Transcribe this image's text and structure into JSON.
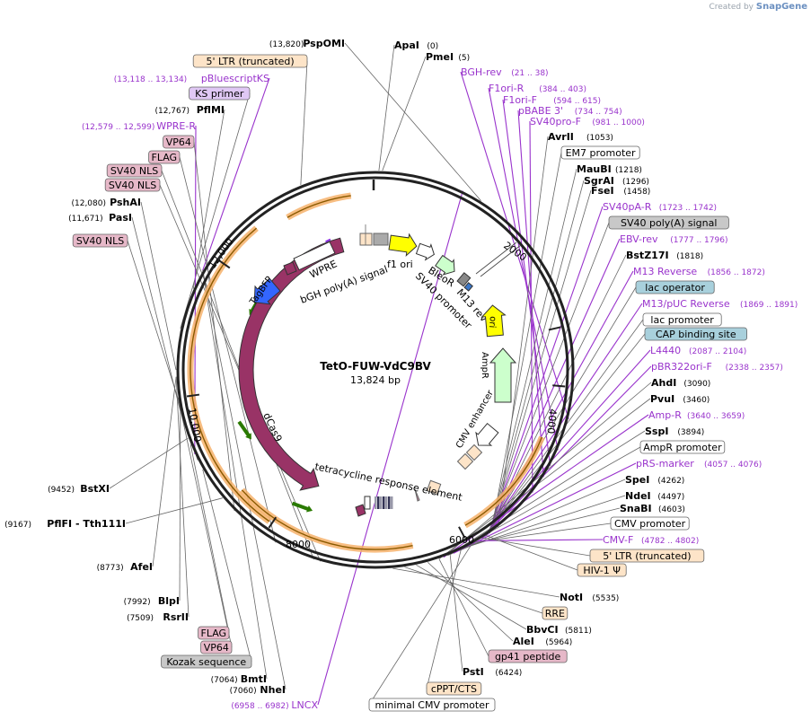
{
  "credit": {
    "prefix": "Created by",
    "brand": "SnapGene"
  },
  "plasmid": {
    "name": "TetO-FUW-VdC9BV",
    "length": "13,824 bp"
  },
  "ticks": [
    "2000",
    "4000",
    "6000",
    "8000",
    "10,000",
    "12,000"
  ],
  "features": [
    {
      "name": "f1 ori",
      "color": "#ffffff"
    },
    {
      "name": "BleoR",
      "color": "#ffffff"
    },
    {
      "name": "SV40 promoter",
      "color": "#ffffff"
    },
    {
      "name": "M13 rev",
      "color": "#ffffff"
    },
    {
      "name": "ori",
      "color": "#ffff00"
    },
    {
      "name": "AmpR",
      "color": "#ccffcc"
    },
    {
      "name": "CMV enhancer",
      "color": "#ffffff"
    },
    {
      "name": "tetracycline response element",
      "color": "#ffffff"
    },
    {
      "name": "dCas9",
      "color": "#993366"
    },
    {
      "name": "TagBFP",
      "color": "#3366ff"
    },
    {
      "name": "WPRE",
      "color": "#ffffff"
    },
    {
      "name": "bGH poly(A) signal",
      "color": "#ffffff"
    }
  ],
  "left_labels": [
    {
      "pos": "(13,820)",
      "name": "PspOMI",
      "kind": "enzyme"
    },
    {
      "name": "5' LTR (truncated)",
      "kind": "box",
      "fill": "#fde4c8"
    },
    {
      "pos": "(13,118 .. 13,134)",
      "name": "pBluescriptKS",
      "kind": "primer"
    },
    {
      "name": "KS primer",
      "kind": "box",
      "fill": "#e0c8f5"
    },
    {
      "pos": "(12,767)",
      "name": "PflMI",
      "kind": "enzyme"
    },
    {
      "pos": "(12,579 .. 12,599)",
      "name": "WPRE-R",
      "kind": "primer"
    },
    {
      "name": "VP64",
      "kind": "box",
      "fill": "#e6b8c8"
    },
    {
      "name": "FLAG",
      "kind": "box",
      "fill": "#e6b8c8"
    },
    {
      "name": "SV40 NLS",
      "kind": "box",
      "fill": "#e6b8c8"
    },
    {
      "name": "SV40 NLS",
      "kind": "box",
      "fill": "#e6b8c8"
    },
    {
      "pos": "(12,080)",
      "name": "PshAI",
      "kind": "enzyme"
    },
    {
      "pos": "(11,671)",
      "name": "PasI",
      "kind": "enzyme"
    },
    {
      "name": "SV40 NLS",
      "kind": "box",
      "fill": "#e6b8c8"
    },
    {
      "pos": "(9452)",
      "name": "BstXI",
      "kind": "enzyme"
    },
    {
      "pos": "(9167)",
      "name": "PflFI - Tth111I",
      "kind": "enzyme"
    },
    {
      "pos": "(8773)",
      "name": "AfeI",
      "kind": "enzyme"
    },
    {
      "pos": "(7992)",
      "name": "BlpI",
      "kind": "enzyme"
    },
    {
      "pos": "(7509)",
      "name": "RsrII",
      "kind": "enzyme"
    },
    {
      "name": "FLAG",
      "kind": "box",
      "fill": "#e6b8c8"
    },
    {
      "name": "VP64",
      "kind": "box",
      "fill": "#e6b8c8"
    },
    {
      "name": "Kozak sequence",
      "kind": "box",
      "fill": "#c8c8c8"
    },
    {
      "pos": "(7064)",
      "name": "BmtI",
      "kind": "enzyme"
    },
    {
      "pos": "(7060)",
      "name": "NheI",
      "kind": "enzyme"
    },
    {
      "pos": "(6958 .. 6982)",
      "name": "LNCX",
      "kind": "primer"
    }
  ],
  "top_labels": [
    {
      "pos": "(0)",
      "name": "ApaI",
      "kind": "enzyme"
    },
    {
      "pos": "(5)",
      "name": "PmeI",
      "kind": "enzyme"
    }
  ],
  "right_labels": [
    {
      "pos": "(21 .. 38)",
      "name": "BGH-rev",
      "kind": "primer"
    },
    {
      "pos": "(384 .. 403)",
      "name": "F1ori-R",
      "kind": "primer"
    },
    {
      "pos": "(594 .. 615)",
      "name": "F1ori-F",
      "kind": "primer"
    },
    {
      "pos": "(734 .. 754)",
      "name": "pBABE 3'",
      "kind": "primer"
    },
    {
      "pos": "(981 .. 1000)",
      "name": "SV40pro-F",
      "kind": "primer"
    },
    {
      "pos": "(1053)",
      "name": "AvrII",
      "kind": "enzyme"
    },
    {
      "name": "EM7 promoter",
      "kind": "box",
      "fill": "#ffffff"
    },
    {
      "pos": "(1218)",
      "name": "MauBI",
      "kind": "enzyme"
    },
    {
      "pos": "(1296)",
      "name": "SgrAI",
      "kind": "enzyme"
    },
    {
      "pos": "(1458)",
      "name": "FseI",
      "kind": "enzyme"
    },
    {
      "pos": "(1723 .. 1742)",
      "name": "SV40pA-R",
      "kind": "primer"
    },
    {
      "name": "SV40 poly(A) signal",
      "kind": "box",
      "fill": "#c8c8c8"
    },
    {
      "pos": "(1777 .. 1796)",
      "name": "EBV-rev",
      "kind": "primer"
    },
    {
      "pos": "(1818)",
      "name": "BstZ17I",
      "kind": "enzyme"
    },
    {
      "pos": "(1856 .. 1872)",
      "name": "M13 Reverse",
      "kind": "primer"
    },
    {
      "name": "lac operator",
      "kind": "box",
      "fill": "#a8d0dc"
    },
    {
      "pos": "(1869 .. 1891)",
      "name": "M13/pUC Reverse",
      "kind": "primer"
    },
    {
      "name": "lac promoter",
      "kind": "box",
      "fill": "#ffffff"
    },
    {
      "name": "CAP binding site",
      "kind": "box",
      "fill": "#a8d0dc"
    },
    {
      "pos": "(2087 .. 2104)",
      "name": "L4440",
      "kind": "primer"
    },
    {
      "pos": "(2338 .. 2357)",
      "name": "pBR322ori-F",
      "kind": "primer"
    },
    {
      "pos": "(3090)",
      "name": "AhdI",
      "kind": "enzyme"
    },
    {
      "pos": "(3460)",
      "name": "PvuI",
      "kind": "enzyme"
    },
    {
      "pos": "(3640 .. 3659)",
      "name": "Amp-R",
      "kind": "primer"
    },
    {
      "pos": "(3894)",
      "name": "SspI",
      "kind": "enzyme"
    },
    {
      "name": "AmpR promoter",
      "kind": "box",
      "fill": "#ffffff"
    },
    {
      "pos": "(4057 .. 4076)",
      "name": "pRS-marker",
      "kind": "primer"
    },
    {
      "pos": "(4262)",
      "name": "SpeI",
      "kind": "enzyme"
    },
    {
      "pos": "(4497)",
      "name": "NdeI",
      "kind": "enzyme"
    },
    {
      "pos": "(4603)",
      "name": "SnaBI",
      "kind": "enzyme"
    },
    {
      "name": "CMV promoter",
      "kind": "box",
      "fill": "#ffffff"
    },
    {
      "pos": "(4782 .. 4802)",
      "name": "CMV-F",
      "kind": "primer"
    },
    {
      "name": "5' LTR (truncated)",
      "kind": "box",
      "fill": "#fde4c8"
    },
    {
      "name": "HIV-1 Ψ",
      "kind": "box",
      "fill": "#fde4c8"
    }
  ],
  "bottom_labels": [
    {
      "pos": "(5535)",
      "name": "NotI",
      "kind": "enzyme"
    },
    {
      "name": "RRE",
      "kind": "box",
      "fill": "#fde4c8"
    },
    {
      "pos": "(5811)",
      "name": "BbvCI",
      "kind": "enzyme"
    },
    {
      "pos": "(5964)",
      "name": "AleI",
      "kind": "enzyme"
    },
    {
      "name": "gp41 peptide",
      "kind": "box",
      "fill": "#e6b8c8"
    },
    {
      "pos": "(6424)",
      "name": "PstI",
      "kind": "enzyme"
    },
    {
      "name": "cPPT/CTS",
      "kind": "box",
      "fill": "#fde4c8"
    },
    {
      "name": "minimal CMV promoter",
      "kind": "box",
      "fill": "#ffffff"
    }
  ],
  "colors": {
    "enzyme_text": "#000000",
    "primer_text": "#9933cc",
    "primer_line": "#9933cc",
    "backbone": "#222222",
    "orf_highlight": "#f6b26b"
  }
}
